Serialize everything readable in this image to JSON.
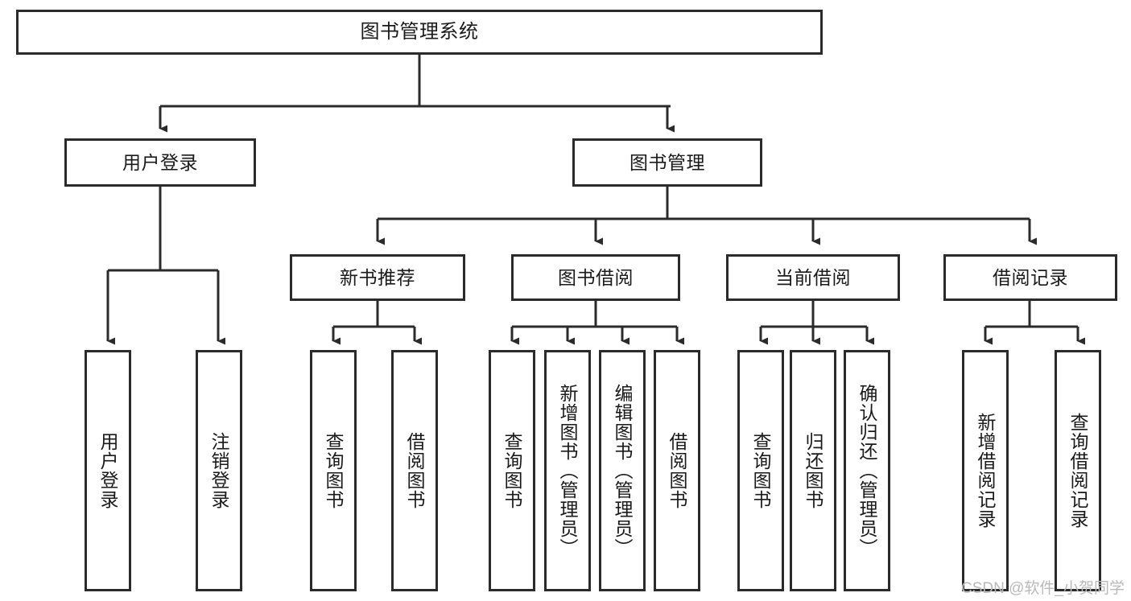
{
  "diagram": {
    "title": "图书管理系统",
    "type": "tree",
    "root": {
      "label": "图书管理系统"
    },
    "level2": [
      {
        "id": "user-login",
        "label": "用户登录"
      },
      {
        "id": "book-management",
        "label": "图书管理"
      }
    ],
    "level3": [
      {
        "id": "new-book-recommend",
        "label": "新书推荐",
        "parent": "book-management"
      },
      {
        "id": "book-borrow",
        "label": "图书借阅",
        "parent": "book-management"
      },
      {
        "id": "current-borrow",
        "label": "当前借阅",
        "parent": "book-management"
      },
      {
        "id": "borrow-record",
        "label": "借阅记录",
        "parent": "book-management"
      }
    ],
    "leaves": [
      {
        "id": "leaf-user-login",
        "label": "用户登录",
        "parent": "user-login"
      },
      {
        "id": "leaf-logout",
        "label": "注销登录",
        "parent": "user-login"
      },
      {
        "id": "leaf-query-book-1",
        "label": "查询图书",
        "parent": "new-book-recommend"
      },
      {
        "id": "leaf-borrow-book-1",
        "label": "借阅图书",
        "parent": "new-book-recommend"
      },
      {
        "id": "leaf-query-book-2",
        "label": "查询图书",
        "parent": "book-borrow"
      },
      {
        "id": "leaf-add-book",
        "label": "新增图书（管理员）",
        "parent": "book-borrow"
      },
      {
        "id": "leaf-edit-book",
        "label": "编辑图书（管理员）",
        "parent": "book-borrow"
      },
      {
        "id": "leaf-borrow-book-2",
        "label": "借阅图书",
        "parent": "book-borrow"
      },
      {
        "id": "leaf-query-book-3",
        "label": "查询图书",
        "parent": "current-borrow"
      },
      {
        "id": "leaf-return-book",
        "label": "归还图书",
        "parent": "current-borrow"
      },
      {
        "id": "leaf-confirm-return",
        "label": "确认归还（管理员）",
        "parent": "current-borrow"
      },
      {
        "id": "leaf-add-record",
        "label": "新增借阅记录",
        "parent": "borrow-record"
      },
      {
        "id": "leaf-query-record",
        "label": "查询借阅记录",
        "parent": "borrow-record"
      }
    ]
  },
  "watermark": {
    "text": "CSDN @软件_小贺同学"
  },
  "colors": {
    "stroke": "#2b2b2b",
    "fill": "#ffffff",
    "text": "#1a1a1a",
    "watermark": "#b9b9b9"
  }
}
